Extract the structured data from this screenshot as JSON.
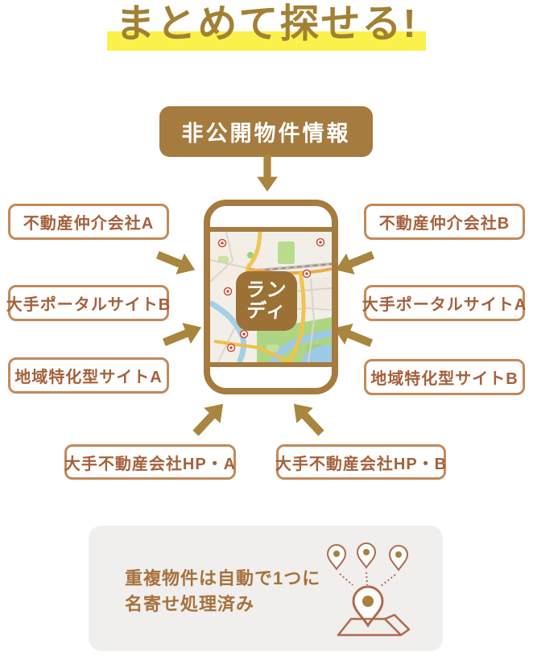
{
  "title": "まとめて探せる!",
  "top_source": {
    "label": "非公開物件情報"
  },
  "sources": {
    "left": [
      "不動産仲介会社A",
      "大手ポータルサイトB",
      "地域特化型サイトA"
    ],
    "right": [
      "不動産仲介会社B",
      "大手ポータルサイトA",
      "地域特化型サイトB"
    ],
    "bottom": [
      "大手不動産会社HP・A",
      "大手不動産会社HP・B"
    ]
  },
  "phone": {
    "app_logo_line1": "ラン",
    "app_logo_line2": "ディ"
  },
  "note": {
    "line1": "重複物件は自動で1つに",
    "line2": "名寄せ処理済み"
  },
  "icons": {
    "arrows": [
      "arrow-down-icon",
      "arrow-right-down-icon",
      "arrow-right-up-icon",
      "arrow-left-down-icon",
      "arrow-left-up-icon"
    ],
    "merge": "merge-pins-icon",
    "markers": "map-marker-icon"
  },
  "colors": {
    "title-color": "#A28134",
    "highlight": "#FAF24A",
    "brand-brown": "#A57B3F",
    "arrow-color": "#A8863E",
    "box-border": "#C18A5A",
    "box-text": "#A4613B",
    "logo-brown": "#9B7136",
    "panel-gray": "#F0EFED",
    "note-text": "#A6713B",
    "marker-red": "#C35239",
    "pin-outline": "#B06A4A",
    "pin-dot": "#A8813C"
  }
}
